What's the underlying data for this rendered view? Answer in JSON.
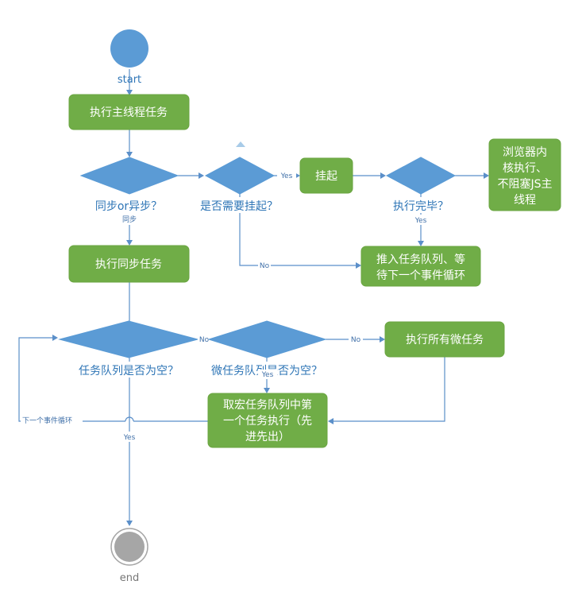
{
  "start_label": "start",
  "end_label": "end",
  "nodes": {
    "main_task": "执行主线程任务",
    "sync_async": "同步or异步？",
    "need_suspend": "是否需要挂起？",
    "suspend": "挂起",
    "exec_done": "执行完毕？",
    "browser_kernel": [
      "浏览器内",
      "核执行、",
      "不阻塞JS主",
      "线程"
    ],
    "push_queue": [
      "推入任务队列、等",
      "待下一个事件循环"
    ],
    "sync_task": "执行同步任务",
    "queue_empty": "任务队列是否为空？",
    "micro_empty": "微任务队列是否为空？",
    "exec_micro": "执行所有微任务",
    "take_macro": [
      "取宏任务队列中第",
      "一个任务执行（先",
      "进先出）"
    ]
  },
  "edges": {
    "yes_suspend": "Yes",
    "sync": "同步",
    "no_suspend": "No",
    "yes_done": "Yes",
    "no_queue": "No",
    "no_micro": "No",
    "yes_micro": "Yes",
    "yes_queue": "Yes",
    "next_loop": "下一个事件循环"
  }
}
